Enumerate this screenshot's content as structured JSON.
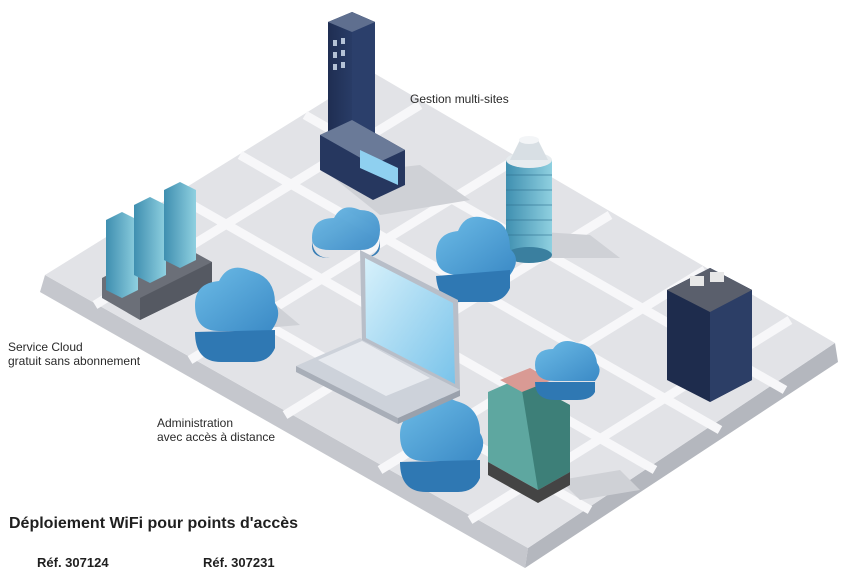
{
  "labels": {
    "multi_site": "Gestion multi-sites",
    "cloud_service_line1": "Service Cloud",
    "cloud_service_line2": "gratuit sans abonnement",
    "remote_admin_line1": "Administration",
    "remote_admin_line2": "avec accès à distance"
  },
  "heading": "Déploiement WiFi pour points d'accès",
  "references": [
    "Réf. 307124",
    "Réf. 307231"
  ],
  "colors": {
    "map_base": "#e3e4e8",
    "map_side": "#c7c9cf",
    "street": "#f6f6f8",
    "cloud": "#4fa3d8",
    "cloud_dark": "#2f78b3",
    "laptop": "#c9cfd8",
    "screen": "#9fd6f2"
  }
}
